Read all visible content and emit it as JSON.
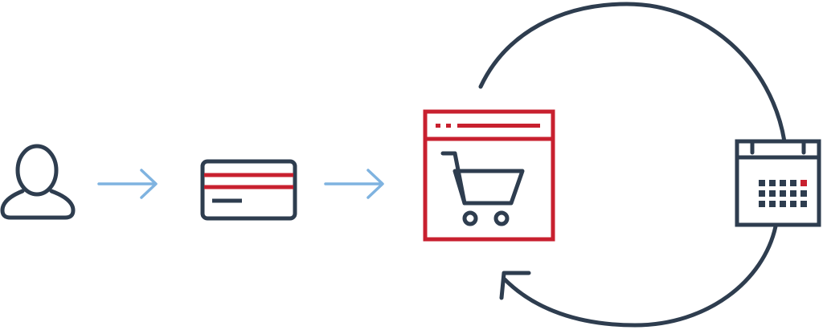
{
  "colors": {
    "dark": "#2e3d4f",
    "accent": "#c8202f",
    "arrow": "#7fb3e0",
    "background": "#ffffff"
  },
  "nodes": [
    {
      "icon": "user-icon"
    },
    {
      "icon": "credit-card-icon"
    },
    {
      "icon": "shopping-cart-browser-icon"
    },
    {
      "icon": "calendar-icon"
    }
  ],
  "connectors": [
    {
      "from": "user-icon",
      "to": "credit-card-icon",
      "icon": "arrow-right-icon"
    },
    {
      "from": "credit-card-icon",
      "to": "shopping-cart-browser-icon",
      "icon": "arrow-right-icon"
    },
    {
      "from": "shopping-cart-browser-icon",
      "to": "calendar-icon",
      "icon": "recurring-cycle-arrow-icon"
    }
  ],
  "calendar": {
    "rows": 3,
    "cols": 5,
    "highlighted_day": 4
  }
}
